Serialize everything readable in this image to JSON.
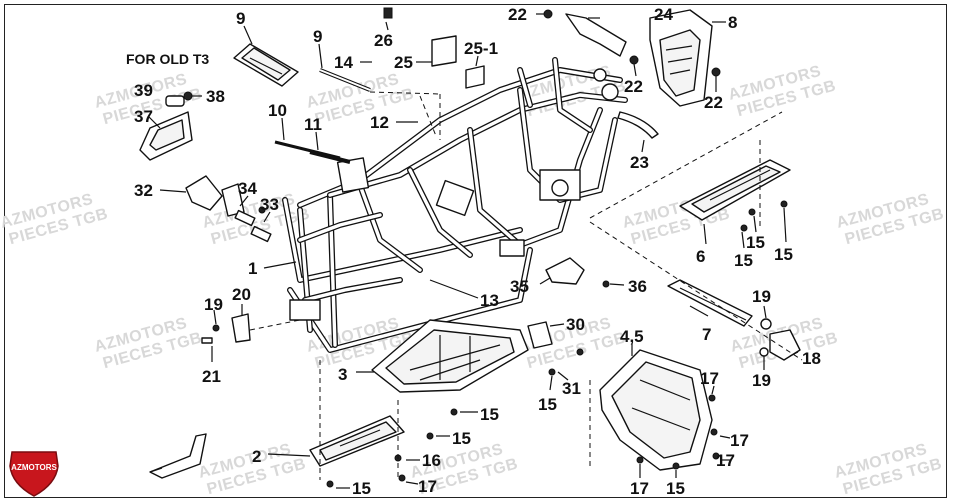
{
  "diagram": {
    "note_text": "FOR OLD T3",
    "watermark_line1": "AZMOTORS",
    "watermark_line2": "PIECES TGB",
    "logo_text": "AZMOTORS",
    "part_numbers": {
      "p9a": "9",
      "p9b": "9",
      "p39": "39",
      "p38": "38",
      "p37": "37",
      "p10": "10",
      "p11": "11",
      "p14": "14",
      "p25a": "25",
      "p26": "26",
      "p22a": "22",
      "p24": "24",
      "p8": "8",
      "p25_1": "25-1",
      "p22b": "22",
      "p22c": "22",
      "p12": "12",
      "p23": "23",
      "p32": "32",
      "p34": "34",
      "p33": "33",
      "p6": "6",
      "p15a": "15",
      "p15b": "15",
      "p15c": "15",
      "p1": "1",
      "p13": "13",
      "p35": "35",
      "p36": "36",
      "p19a": "19",
      "p20": "20",
      "p21": "21",
      "p30": "30",
      "p45": "4,5",
      "p7": "7",
      "p19b": "19",
      "p19c": "19",
      "p18": "18",
      "p3": "3",
      "p31": "31",
      "p15d": "15",
      "p15e": "15",
      "p15f": "15",
      "p17a": "17",
      "p17b": "17",
      "p2": "2",
      "p16": "16",
      "p17c": "17",
      "p17d": "17",
      "p15g": "15",
      "p15h": "15",
      "p17e": "17"
    },
    "colors": {
      "line": "#111111",
      "watermark": "#d8d8d8",
      "logo": "#c8161d"
    }
  }
}
